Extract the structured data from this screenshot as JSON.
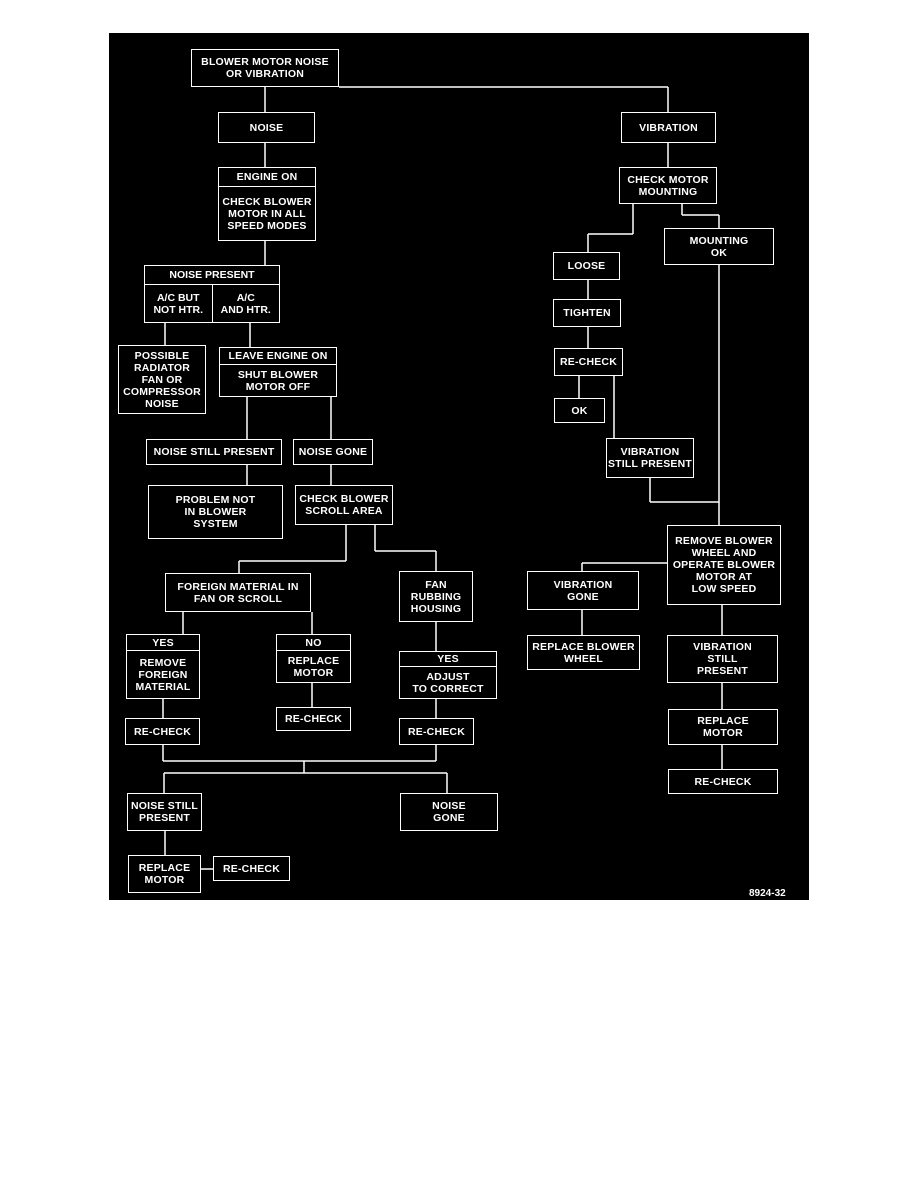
{
  "figure_id": "8924-32",
  "nodes": {
    "start": "BLOWER MOTOR NOISE\nOR VIBRATION",
    "noise": "NOISE",
    "vibration": "VIBRATION",
    "engine_on_header": "ENGINE ON",
    "engine_on_body": "CHECK BLOWER\nMOTOR IN ALL\nSPEED MODES",
    "noise_present_header": "NOISE PRESENT",
    "ac_not_htr": "A/C BUT\nNOT HTR.",
    "ac_and_htr": "A/C\nAND HTR.",
    "possible_radiator": "POSSIBLE\nRADIATOR\nFAN OR\nCOMPRESSOR\nNOISE",
    "leave_engine_header": "LEAVE ENGINE ON",
    "leave_engine_body": "SHUT BLOWER\nMOTOR OFF",
    "noise_still_present_1": "NOISE STILL PRESENT",
    "noise_gone_1": "NOISE GONE",
    "problem_not": "PROBLEM NOT\nIN BLOWER\nSYSTEM",
    "check_scroll": "CHECK BLOWER\nSCROLL AREA",
    "foreign_material": "FOREIGN MATERIAL IN\nFAN OR SCROLL",
    "fan_rubbing": "FAN\nRUBBING\nHOUSING",
    "yes_1_header": "YES",
    "yes_1_body": "REMOVE\nFOREIGN\nMATERIAL",
    "no_header": "NO",
    "no_body": "REPLACE\nMOTOR",
    "yes_2_header": "YES",
    "yes_2_body": "ADJUST\nTO CORRECT",
    "recheck_1": "RE-CHECK",
    "recheck_2": "RE-CHECK",
    "recheck_3": "RE-CHECK",
    "noise_still_present_2": "NOISE STILL\nPRESENT",
    "noise_gone_2": "NOISE\nGONE",
    "replace_motor_1": "REPLACE\nMOTOR",
    "recheck_4": "RE-CHECK",
    "check_mounting": "CHECK MOTOR\nMOUNTING",
    "mounting_ok": "MOUNTING\nOK",
    "loose": "LOOSE",
    "tighten": "TIGHTEN",
    "recheck_5": "RE-CHECK",
    "ok": "OK",
    "vibration_still_present_1": "VIBRATION\nSTILL PRESENT",
    "remove_wheel": "REMOVE BLOWER\nWHEEL AND\nOPERATE BLOWER\nMOTOR AT\nLOW SPEED",
    "vibration_gone": "VIBRATION\nGONE",
    "replace_wheel": "REPLACE BLOWER\nWHEEL",
    "vibration_still_present_2": "VIBRATION\nSTILL\nPRESENT",
    "replace_motor_2": "REPLACE\nMOTOR",
    "recheck_6": "RE-CHECK"
  }
}
